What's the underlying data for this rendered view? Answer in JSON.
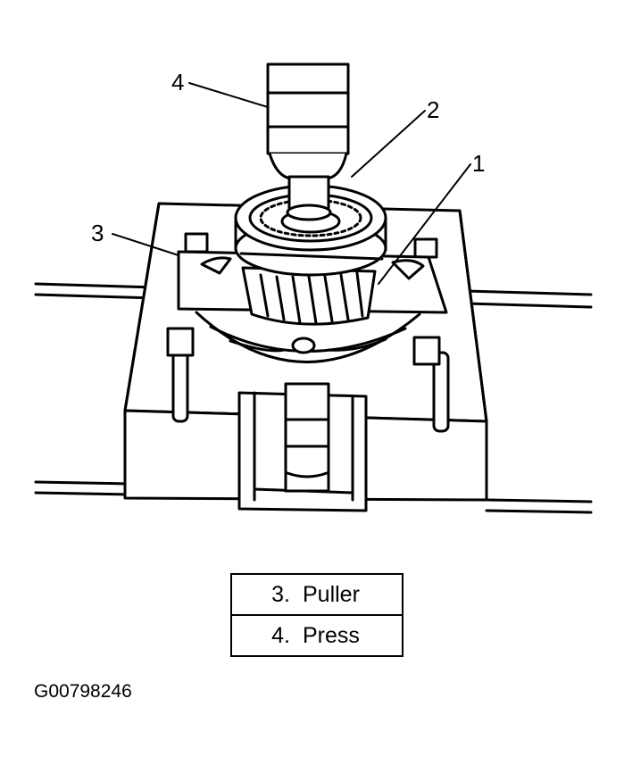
{
  "callouts": [
    "1",
    "2",
    "3",
    "4"
  ],
  "legend": [
    {
      "number": "3.",
      "label": "Puller"
    },
    {
      "number": "4.",
      "label": "Press"
    }
  ],
  "figure_id": "G00798246"
}
